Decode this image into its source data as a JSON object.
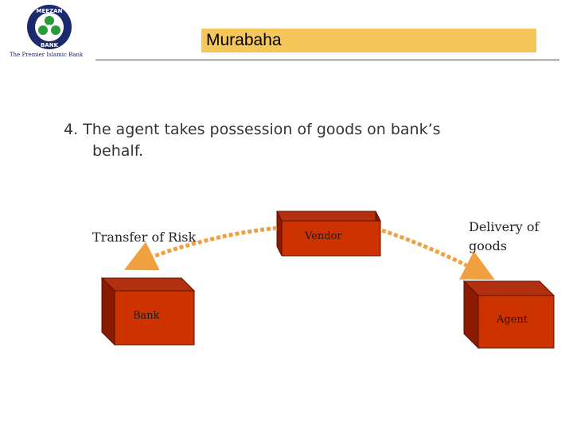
{
  "header": {
    "logo_top_text": "MEEZAN",
    "logo_bottom_text": "BANK",
    "logo_caption": "The Premier Islamic Bank",
    "title": "Murabaha"
  },
  "content": {
    "point_line1": "4. The agent takes possession of goods on bank’s",
    "point_line2": "behalf."
  },
  "diagram": {
    "vendor_label": "Vendor",
    "bank_label": "Bank",
    "agent_label": "Agent",
    "transfer_label": "Transfer of Risk",
    "delivery_line1": "Delivery of",
    "delivery_line2": "goods"
  },
  "colors": {
    "box_front": "#cc3300",
    "box_top": "#b03010",
    "box_side": "#8a1a00",
    "arrow": "#f0a040",
    "band": "#f5c65a",
    "logo_navy": "#1a2a6c",
    "logo_green": "#2a9a3a"
  }
}
